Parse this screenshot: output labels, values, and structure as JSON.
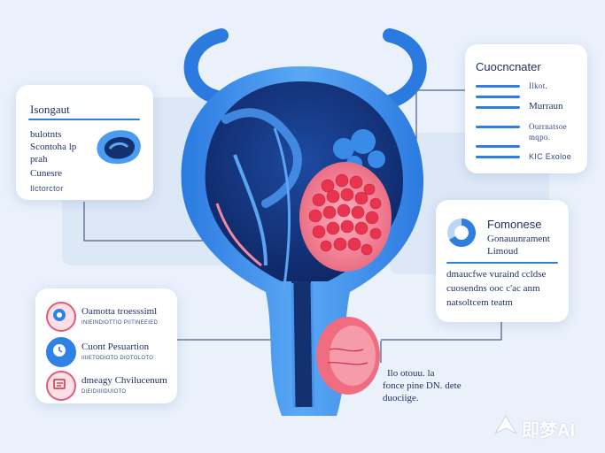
{
  "card_left_top": {
    "title": "Isongaut",
    "lines": [
      "bulotnts",
      "Scontoha lp",
      "prah",
      "Cunesre"
    ],
    "footer": "Ilctorctor"
  },
  "card_right_top": {
    "title": "Cuocncnater",
    "rows": [
      "Ilkot.",
      "Murraun",
      "Ourrnatsoe",
      "mqpo.",
      "KIC Exoloe"
    ]
  },
  "card_right_mid": {
    "title": "Fomonese",
    "subtitle": "Gonauunrament",
    "subtitle2": "Limoud",
    "body": [
      "dmaucfwe vuraind ccldse",
      "cuosendns ooc c'ac anm",
      "natsoltcem teatm"
    ]
  },
  "card_left_bottom": {
    "items": [
      {
        "title": "Oamotta troesssiml",
        "detail": "INIEINDIOTTIO PIITINEEIED",
        "icon": "target-icon",
        "color": "#e55a7a"
      },
      {
        "title": "Cuont Pesuartion",
        "detail": "IIIIETODIOTO DIOTOLOTO",
        "icon": "clock-icon",
        "color": "#2e82e6"
      },
      {
        "title": "dmeagy Chvilucenum",
        "detail": "DIEIDIIIIDUIOTO",
        "icon": "document-icon",
        "color": "#e55a7a"
      }
    ]
  },
  "annotation_bottom": {
    "lines": [
      "Ilo otouu. la",
      "fonce pine DN. dete",
      "duociige."
    ]
  },
  "watermark": {
    "text": "即梦AI"
  },
  "colors": {
    "organ_blue": "#2f7fe0",
    "organ_dark": "#13306f",
    "tissue_pink": "#f07d94",
    "accent_blue": "#2e7fe0"
  }
}
